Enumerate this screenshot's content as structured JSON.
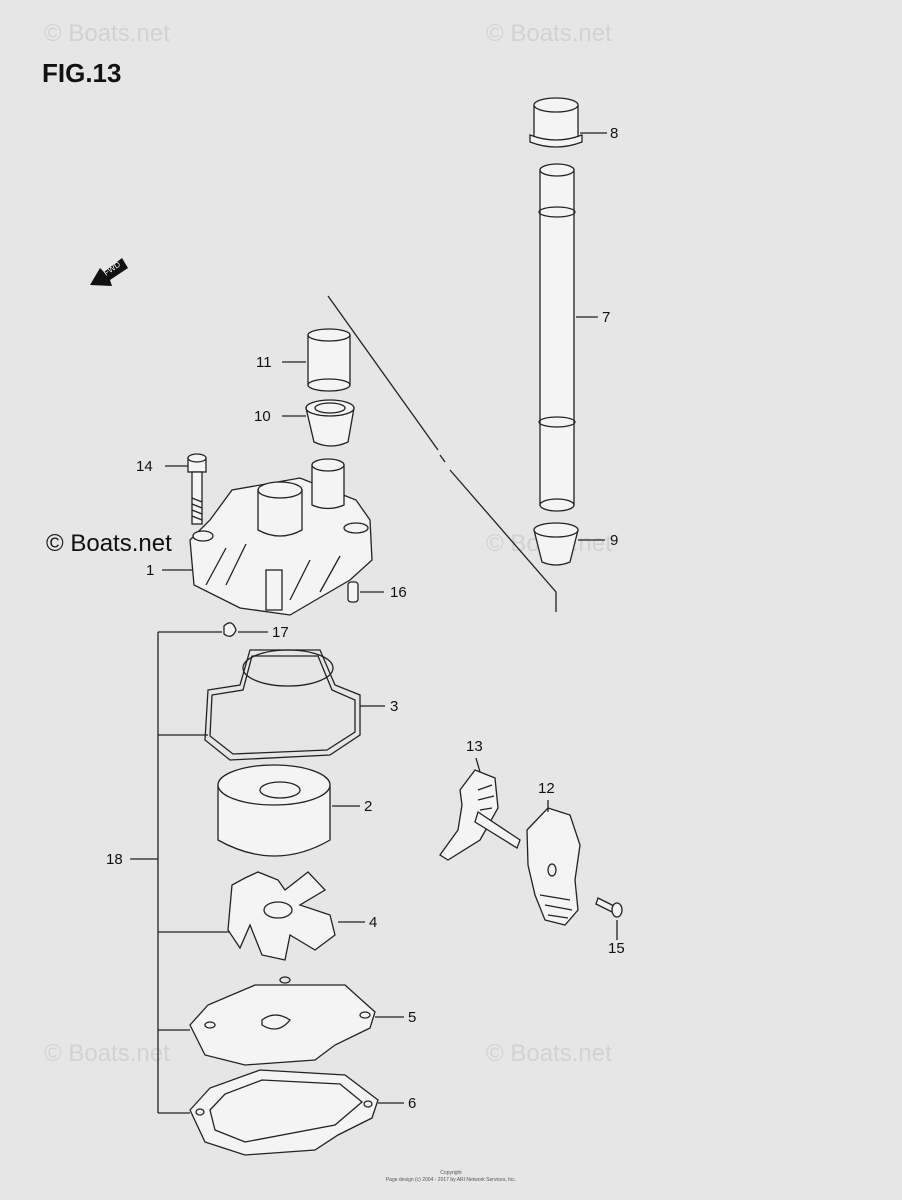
{
  "figure": {
    "title": "FIG.13"
  },
  "watermark": {
    "text": "© Boats.net"
  },
  "fwd_label": "FWD",
  "callouts": [
    {
      "id": "c8",
      "label": "8"
    },
    {
      "id": "c7",
      "label": "7"
    },
    {
      "id": "c11",
      "label": "11"
    },
    {
      "id": "c10",
      "label": "10"
    },
    {
      "id": "c14",
      "label": "14"
    },
    {
      "id": "c9",
      "label": "9"
    },
    {
      "id": "c1",
      "label": "1"
    },
    {
      "id": "c16",
      "label": "16"
    },
    {
      "id": "c17",
      "label": "17"
    },
    {
      "id": "c3",
      "label": "3"
    },
    {
      "id": "c13",
      "label": "13"
    },
    {
      "id": "c12",
      "label": "12"
    },
    {
      "id": "c2",
      "label": "2"
    },
    {
      "id": "c18",
      "label": "18"
    },
    {
      "id": "c4",
      "label": "4"
    },
    {
      "id": "c15",
      "label": "15"
    },
    {
      "id": "c5",
      "label": "5"
    },
    {
      "id": "c6",
      "label": "6"
    }
  ],
  "footer": {
    "line1": "Copyright",
    "line2": "Page design (c) 2004 - 2017 by ARI Network Services, Inc."
  }
}
